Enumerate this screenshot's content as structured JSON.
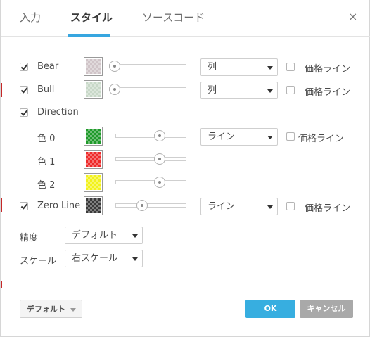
{
  "tabs": [
    {
      "label": "入力",
      "active": false
    },
    {
      "label": "スタイル",
      "active": true
    },
    {
      "label": "ソースコード",
      "active": false
    }
  ],
  "close_glyph": "×",
  "icons": {
    "close": "close-icon",
    "caret": "chevron-down-icon"
  },
  "colors": {
    "accent": "#37a6e0",
    "ok_button": "#37aee0",
    "cancel_button": "#a9a9a9"
  },
  "plots": [
    {
      "label": "Bear",
      "checked": true,
      "color": "#d0c4c8",
      "opacity": 0.0,
      "style": "列",
      "price_line_label": "価格ライン",
      "price_line": false
    },
    {
      "label": "Bull",
      "checked": true,
      "color": "#c8d8c8",
      "opacity": 0.0,
      "style": "列",
      "price_line_label": "価格ライン",
      "price_line": false
    },
    {
      "label": "Direction",
      "checked": true
    },
    {
      "label": "色 0",
      "color": "#1f9a2a",
      "opacity": 0.65,
      "style": "ライン",
      "price_line_label": "価格ライン",
      "price_line": false
    },
    {
      "label": "色 1",
      "color": "#ee2a2a",
      "opacity": 0.65
    },
    {
      "label": "色 2",
      "color": "#f2f21a",
      "opacity": 0.65
    },
    {
      "label": "Zero Line",
      "checked": true,
      "color": "#3a3a3a",
      "opacity": 0.35,
      "style": "ライン",
      "price_line_label": "価格ライン",
      "price_line": false
    }
  ],
  "precision": {
    "label": "精度",
    "value": "デフォルト"
  },
  "scale": {
    "label": "スケール",
    "value": "右スケール"
  },
  "footer": {
    "default_label": "デフォルト",
    "ok_label": "OK",
    "cancel_label": "キャンセル"
  }
}
